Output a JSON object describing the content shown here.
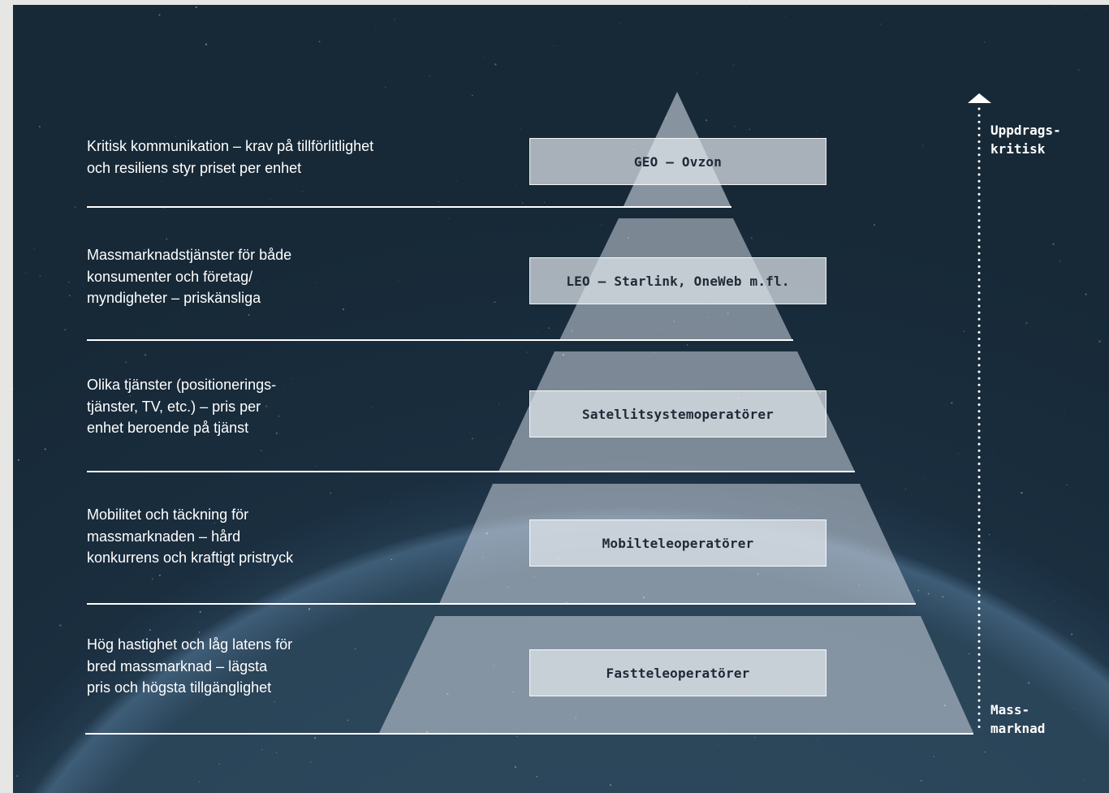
{
  "tiers": [
    {
      "label": "GEO – Ovzon",
      "description": [
        "Kritisk kommunikation – krav på tillförlitlighet",
        "och resiliens styr priset per enhet"
      ]
    },
    {
      "label": "LEO – Starlink, OneWeb m.fl.",
      "description": [
        "Massmarknadstjänster för både",
        "konsumenter och företag/",
        "myndigheter – priskänsliga"
      ]
    },
    {
      "label": "Satellitsystemoperatörer",
      "description": [
        "Olika tjänster (positionerings-",
        "tjänster, TV, etc.) – pris per",
        "enhet beroende på tjänst"
      ]
    },
    {
      "label": "Mobilteleoperatörer",
      "description": [
        "Mobilitet och täckning för",
        "massmarknaden – hård",
        "konkurrens och kraftigt pristryck"
      ]
    },
    {
      "label": "Fastteleoperatörer",
      "description": [
        "Hög hastighet och låg latens för",
        "bred massmarknad – lägsta",
        "pris och högsta tillgänglighet"
      ]
    }
  ],
  "axis": {
    "top_label": "Uppdrags-\nkritisk",
    "bottom_label": "Mass-\nmarknad"
  },
  "colors": {
    "background": "#1a2e3f",
    "pyramid_fill": "#c9d2dc",
    "box_fill": "#e1e6ec",
    "text": "#ffffff"
  }
}
